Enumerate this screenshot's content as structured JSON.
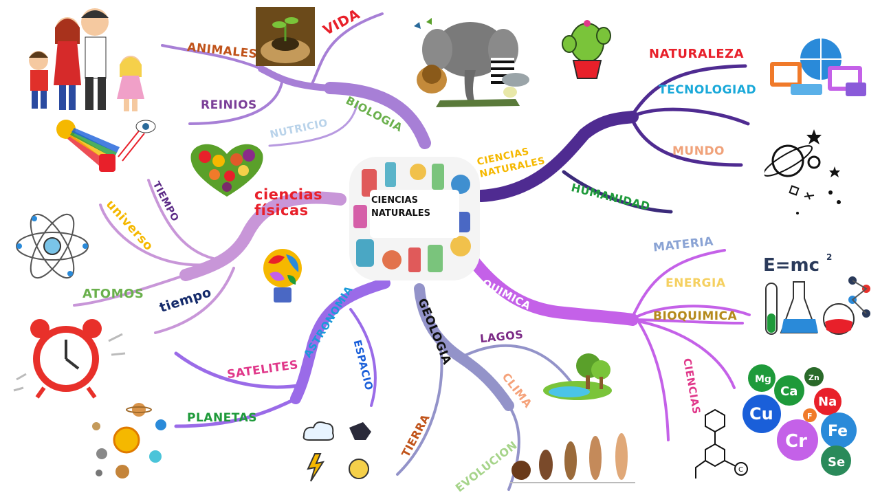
{
  "center": {
    "line1": "CIENCIAS",
    "line2": "NATURALES"
  },
  "colors": {
    "biologia": "#a77fd6",
    "naturales": "#4f2b91",
    "fisicas": "#c896d8",
    "quimica": "#c461e8",
    "astronomia": "#9a6be8",
    "geologia": "#9393c9",
    "humanidad": "#3b2a7a"
  },
  "branches": {
    "biologia": {
      "label": "BIOLOGIA",
      "children": [
        "ANIMALES",
        "VIDA",
        "REINIOS",
        "NUTRICIO"
      ]
    },
    "ciencias_naturales": {
      "label_line1": "CIENCIAS",
      "label_line2": "NATURALES",
      "children": [
        "NATURALEZA",
        "TECNOLOGIAD",
        "MUNDO",
        "HUMANIDAD"
      ]
    },
    "ciencias_fisicas": {
      "label_line1": "ciencias",
      "label_line2": "físicas",
      "children": [
        "TIEMPO",
        "universo",
        "ATOMOS",
        "tiempo"
      ]
    },
    "quimica": {
      "label": "QUIMICA",
      "children": [
        "MATERIA",
        "ENERGIA",
        "BIOQUIMICA",
        "CIENCIAS"
      ]
    },
    "astronomia": {
      "label": "ASTRONOMIA",
      "children": [
        "ESPACIO",
        "SATELITES",
        "PLANETAS"
      ]
    },
    "geologia": {
      "label": "GEOLOGIA",
      "children": [
        "LAGOS",
        "CLIMA",
        "TIERRA",
        "EVOLUCION"
      ]
    }
  },
  "picture_texts": {
    "emc": "E=mc",
    "emc_exp": "2",
    "elements": [
      "Mg",
      "Ca",
      "Zn",
      "Na",
      "Cu",
      "F",
      "Fe",
      "Cr",
      "Se"
    ],
    "molecule_c": "C"
  }
}
